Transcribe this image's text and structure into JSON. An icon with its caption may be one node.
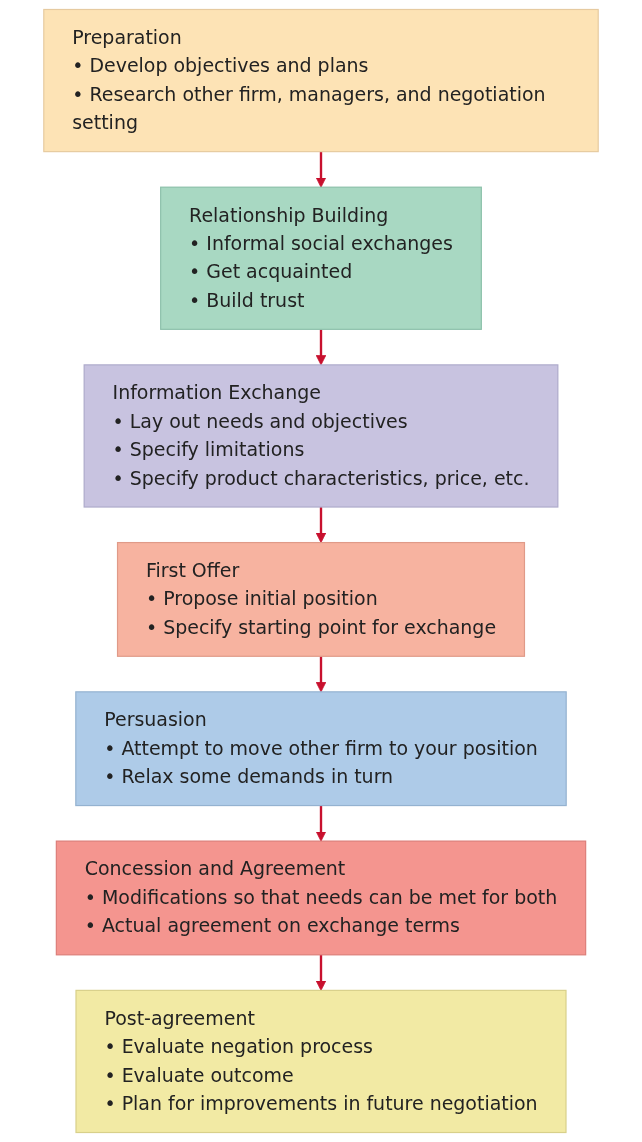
{
  "diagram": {
    "nodes": [
      {
        "text": [
          "Preparation",
          "• Develop objectives and plans",
          "• Research other firm, managers, and negotiation setting"
        ]
      },
      {
        "text": [
          "Relationship Building",
          "• Informal social exchanges",
          "• Get acquainted",
          "• Build trust"
        ]
      },
      {
        "text": [
          "Information Exchange",
          "• Lay out needs and objectives",
          "• Specify limitations",
          "• Specify product characteristics, price, etc."
        ]
      },
      {
        "text": [
          "First Offer",
          "• Propose initial position",
          "• Specify starting point for exchange"
        ]
      },
      {
        "text": [
          "Persuasion",
          "• Attempt to move other firm to your position",
          "• Relax some demands in turn"
        ]
      },
      {
        "text": [
          "Concession and Agreement",
          "• Modifications so that needs can be met for both",
          "• Actual agreement on exchange terms"
        ]
      },
      {
        "text": [
          "Post-agreement",
          "• Evaluate negation process",
          "• Evaluate outcome",
          "• Plan for improvements in future negotiation"
        ]
      }
    ],
    "edges": [
      {
        "from": 0,
        "to": 1,
        "arrow": "to"
      },
      {
        "from": 1,
        "to": 2,
        "arrow": "to"
      },
      {
        "from": 2,
        "to": 3,
        "arrow": "to"
      },
      {
        "from": 3,
        "to": 4,
        "arrow": "to"
      },
      {
        "from": 4,
        "to": 5,
        "arrow": "to"
      },
      {
        "from": 5,
        "to": 6,
        "arrow": "to"
      }
    ]
  }
}
